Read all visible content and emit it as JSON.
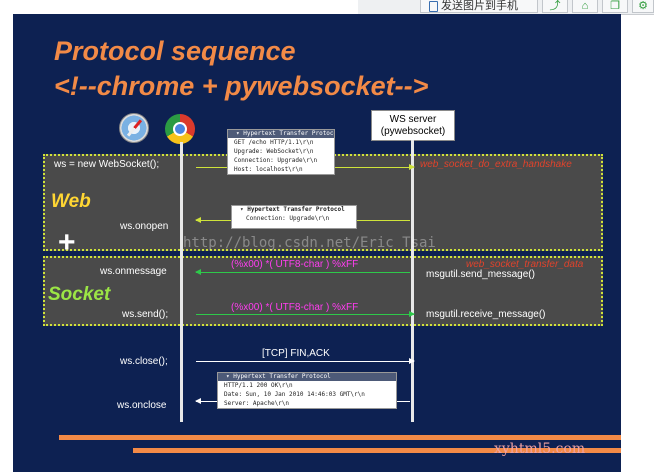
{
  "toolbar": {
    "send_label": "发送图片到手机",
    "icon_names": [
      "phone-icon",
      "share-icon",
      "home-icon",
      "window-icon",
      "gear-icon"
    ]
  },
  "slide": {
    "title_line1": "Protocol sequence",
    "title_line2": "<!--chrome + pywebsocket-->",
    "browser_icons": [
      "safari-icon",
      "chrome-icon"
    ],
    "server_box_line1": "WS server",
    "server_box_line2": "(pywebsocket)",
    "big_web": "Web",
    "big_plus": "+",
    "big_socket": "Socket",
    "watermark": "http://blog.csdn.net/Eric_Tsai",
    "logo_watermark": "xyhtml5.com",
    "client_labels": {
      "new_ws": "ws = new WebSocket();",
      "onopen": "ws.onopen",
      "onmessage": "ws.onmessage",
      "send": "ws.send();",
      "close": "ws.close();",
      "onclose": "ws.onclose"
    },
    "server_labels": {
      "extra_handshake": "web_socket_do_extra_handshake",
      "transfer_data": "web_socket_transfer_data",
      "send_message": "msgutil.send_message()",
      "receive_message": "msgutil.receive_message()"
    },
    "messages": {
      "frame_in": "(%x00) *( UTF8-char ) %xFF",
      "frame_out": "(%x00) *( UTF8-char ) %xFF",
      "tcp_fin": "[TCP] FIN,ACK"
    },
    "packets": {
      "get": {
        "header": "Hypertext Transfer Protocol",
        "lines": [
          "GET /echo HTTP/1.1\\r\\n",
          "Upgrade: WebSocket\\r\\n",
          "Connection: Upgrade\\r\\n",
          "Host: localhost\\r\\n"
        ]
      },
      "upgrade": {
        "header": "Hypertext Transfer Protocol",
        "lines": [
          "Connection: Upgrade\\r\\n"
        ]
      },
      "close": {
        "header": "Hypertext Transfer Protocol",
        "lines": [
          "HTTP/1.1 200 OK\\r\\n",
          "Date: Sun, 10 Jan 2010 14:46:03 GMT\\r\\n",
          "Server: Apache\\r\\n"
        ]
      }
    }
  }
}
